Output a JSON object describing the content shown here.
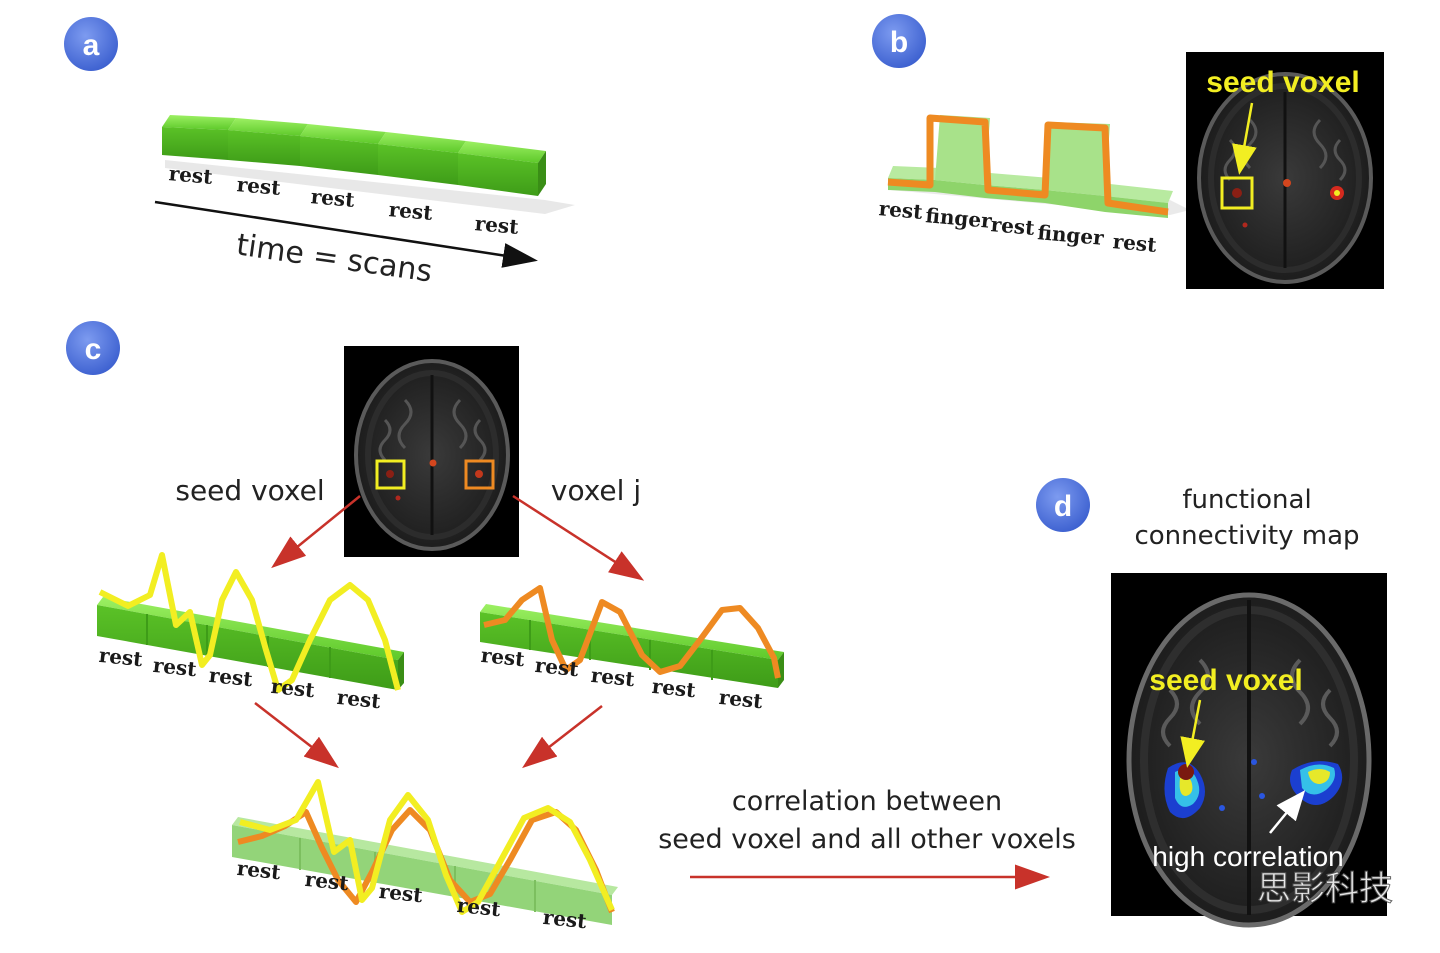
{
  "panels": {
    "a": {
      "badge": "a",
      "blocks": [
        "rest",
        "rest",
        "rest",
        "rest",
        "rest"
      ],
      "axis_label": "time = scans"
    },
    "b": {
      "badge": "b",
      "blocks": [
        "rest",
        "finger",
        "rest",
        "finger",
        "rest"
      ],
      "seed_label": "seed voxel"
    },
    "c": {
      "badge": "c",
      "seed_label": "seed voxel",
      "voxel_label": "voxel j",
      "left_blocks": [
        "rest",
        "rest",
        "rest",
        "rest",
        "rest"
      ],
      "right_blocks": [
        "rest",
        "rest",
        "rest",
        "rest",
        "rest"
      ],
      "bottom_blocks": [
        "rest",
        "rest",
        "rest",
        "rest",
        "rest"
      ],
      "correlation_text_1": "correlation between",
      "correlation_text_2": "seed voxel and all other voxels"
    },
    "d": {
      "badge": "d",
      "title_line1": "functional",
      "title_line2": "connectivity map",
      "seed_label": "seed voxel",
      "high_label": "high correlation",
      "watermark": "思影科技"
    }
  },
  "colors": {
    "badge": "#4a6fd4",
    "block_green": "#6fd63a",
    "seed_yellow": "#f2ee22",
    "voxel_orange": "#ee8a22",
    "arrow_red": "#c8322a"
  }
}
